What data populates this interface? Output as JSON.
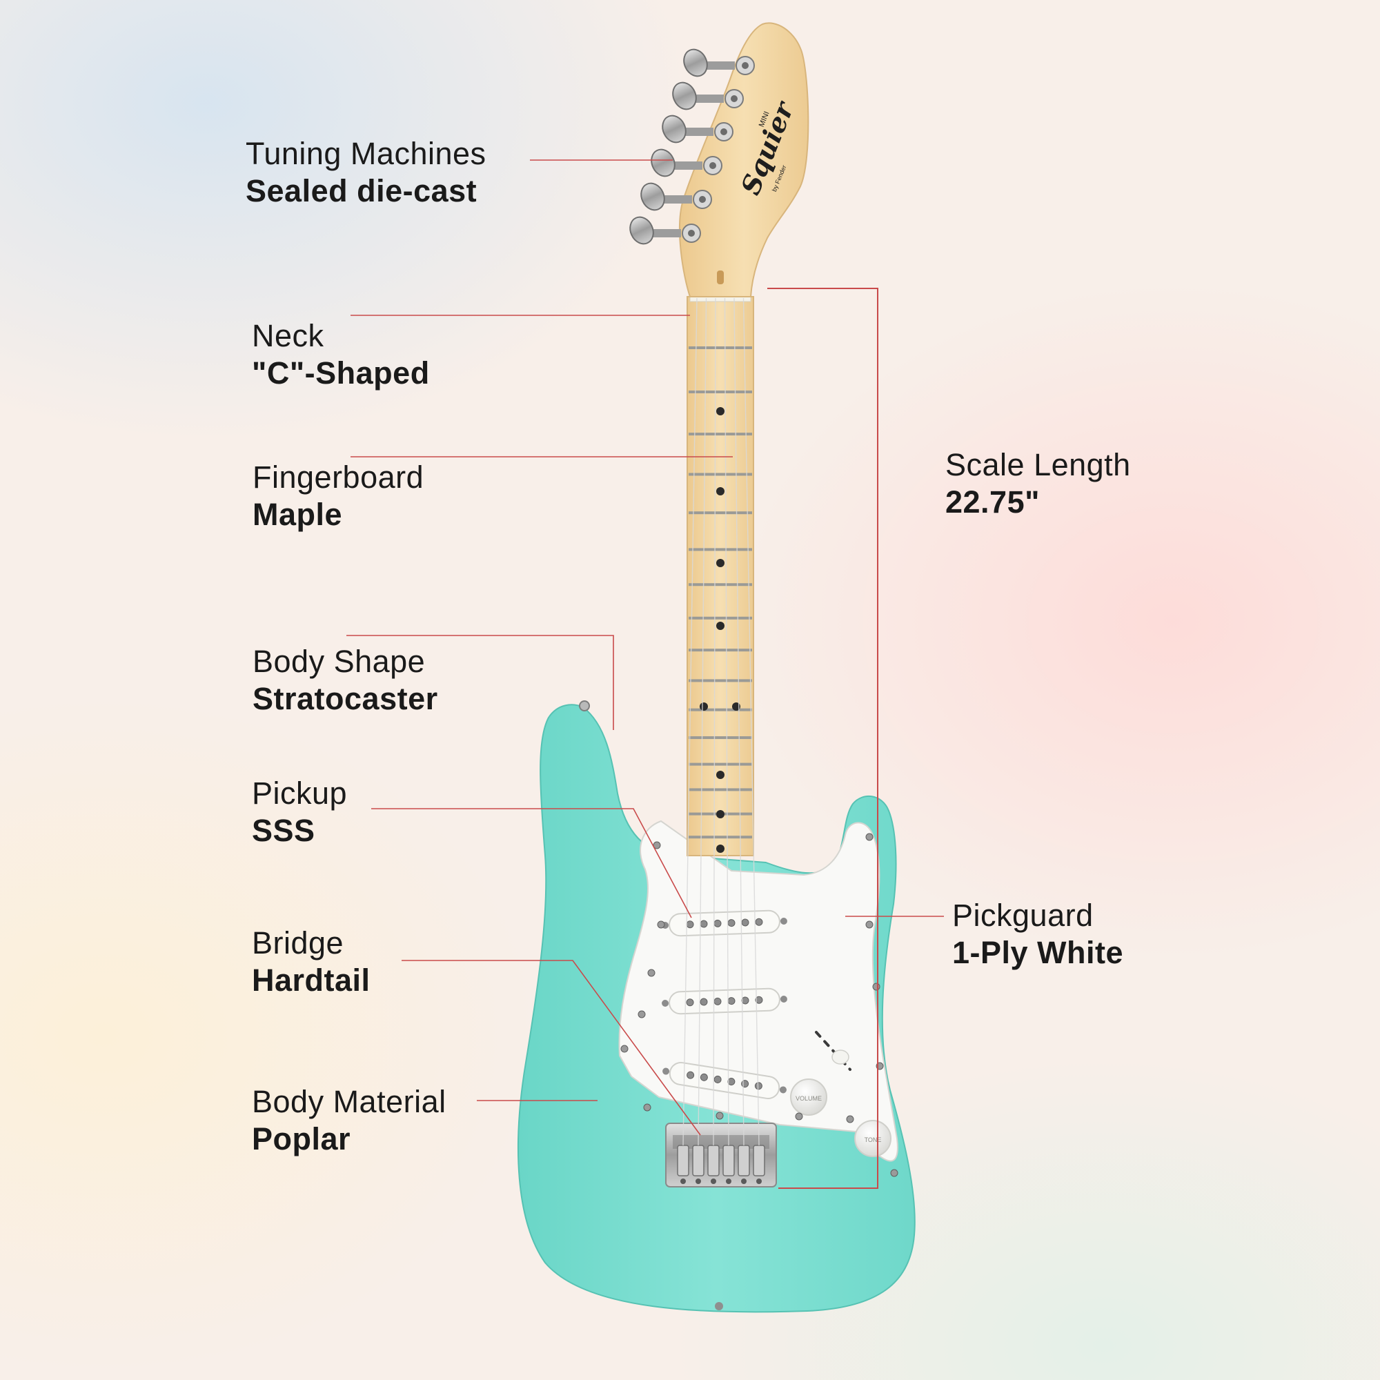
{
  "colors": {
    "leader_line": "#c94a4a",
    "body": "#7ddfd1",
    "body_shade": "#5fc9ba",
    "maple": "#f1d6a4",
    "maple_dark": "#d9b57a",
    "pickguard": "#f8f8f6",
    "chrome": "#b8b8b8",
    "text": "#1a1a1a"
  },
  "headstock": {
    "brand": "Squier",
    "sub_brand": "by Fender",
    "model": "MINI"
  },
  "controls": {
    "volume_label": "VOLUME",
    "tone_label": "TONE"
  },
  "callouts": [
    {
      "id": "tuning-machines",
      "name": "Tuning Machines",
      "value": "Sealed die-cast"
    },
    {
      "id": "neck",
      "name": "Neck",
      "value": "\"C\"-Shaped"
    },
    {
      "id": "fingerboard",
      "name": "Fingerboard",
      "value": "Maple"
    },
    {
      "id": "body-shape",
      "name": "Body Shape",
      "value": "Stratocaster"
    },
    {
      "id": "pickup",
      "name": "Pickup",
      "value": "SSS"
    },
    {
      "id": "bridge",
      "name": "Bridge",
      "value": "Hardtail"
    },
    {
      "id": "body-material",
      "name": "Body Material",
      "value": "Poplar"
    },
    {
      "id": "scale-length",
      "name": "Scale Length",
      "value": "22.75\""
    },
    {
      "id": "pickguard",
      "name": "Pickguard",
      "value": "1-Ply White"
    }
  ]
}
